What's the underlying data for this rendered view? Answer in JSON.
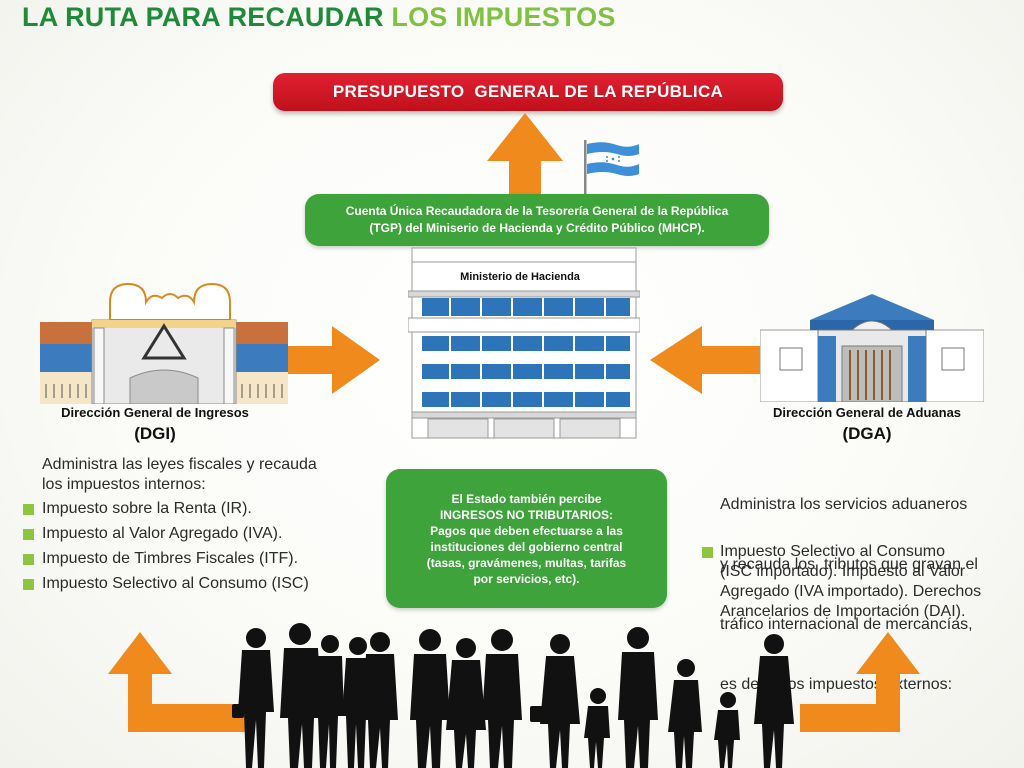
{
  "title": {
    "part1": "LA RUTA PARA RECAUDAR",
    "part2": "LOS IMPUESTOS"
  },
  "colors": {
    "title_dark_green": "#1f8a3a",
    "title_light_green": "#7fc241",
    "red": "#d0151f",
    "green_box": "#3da33a",
    "orange_arrow": "#f08a1c",
    "bullet": "#8cc63e",
    "flag_blue": "#3d8fd9"
  },
  "budget_label": "PRESUPUESTO  GENERAL DE LA REPÚBLICA",
  "tgp": {
    "line1": "Cuenta Única Recaudadora de la Tesorería General de la República",
    "line2": "(TGP) del Miniserio de Hacienda y Crédito Público (MHCP)."
  },
  "ministry": {
    "label": "Ministerio de Hacienda"
  },
  "dgi": {
    "name": "Dirección General de Ingresos",
    "abbr": "(DGI)",
    "desc_lines": [
      "Administra las leyes fiscales y recauda",
      "los impuestos internos:"
    ],
    "items": [
      "Impuesto sobre la Renta (IR).",
      "Impuesto al Valor Agregado (IVA).",
      "Impuesto de Timbres Fiscales (ITF).",
      "Impuesto Selectivo al Consumo (ISC)"
    ]
  },
  "dga": {
    "name": "Dirección General de Aduanas",
    "abbr": "(DGA)",
    "desc_lines": [
      "Administra los servicios aduaneros",
      "y recauda los  tributos que gravan el",
      "tráfico internacional de mercancías,",
      "es decir, los impuestos externos:"
    ],
    "item_lines": [
      "Impuesto Selectivo al Consumo",
      "(ISC importado). Impuesto al Valor",
      "Agregado (IVA importado). Derechos",
      "Arancelarios de Importación (DAI)."
    ]
  },
  "non_tax": {
    "line1": "El Estado también percibe",
    "line2": "INGRESOS NO TRIBUTARIOS:",
    "line3": "Pagos que deben efectuarse a las",
    "line4": "instituciones del gobierno central",
    "line5": "(tasas, gravámenes, multas, tarifas",
    "line6": "por servicios, etc)."
  },
  "icons": [
    "flag-icon",
    "dgi-building-icon",
    "ministry-building-icon",
    "dga-building-icon",
    "people-silhouettes-icon"
  ]
}
